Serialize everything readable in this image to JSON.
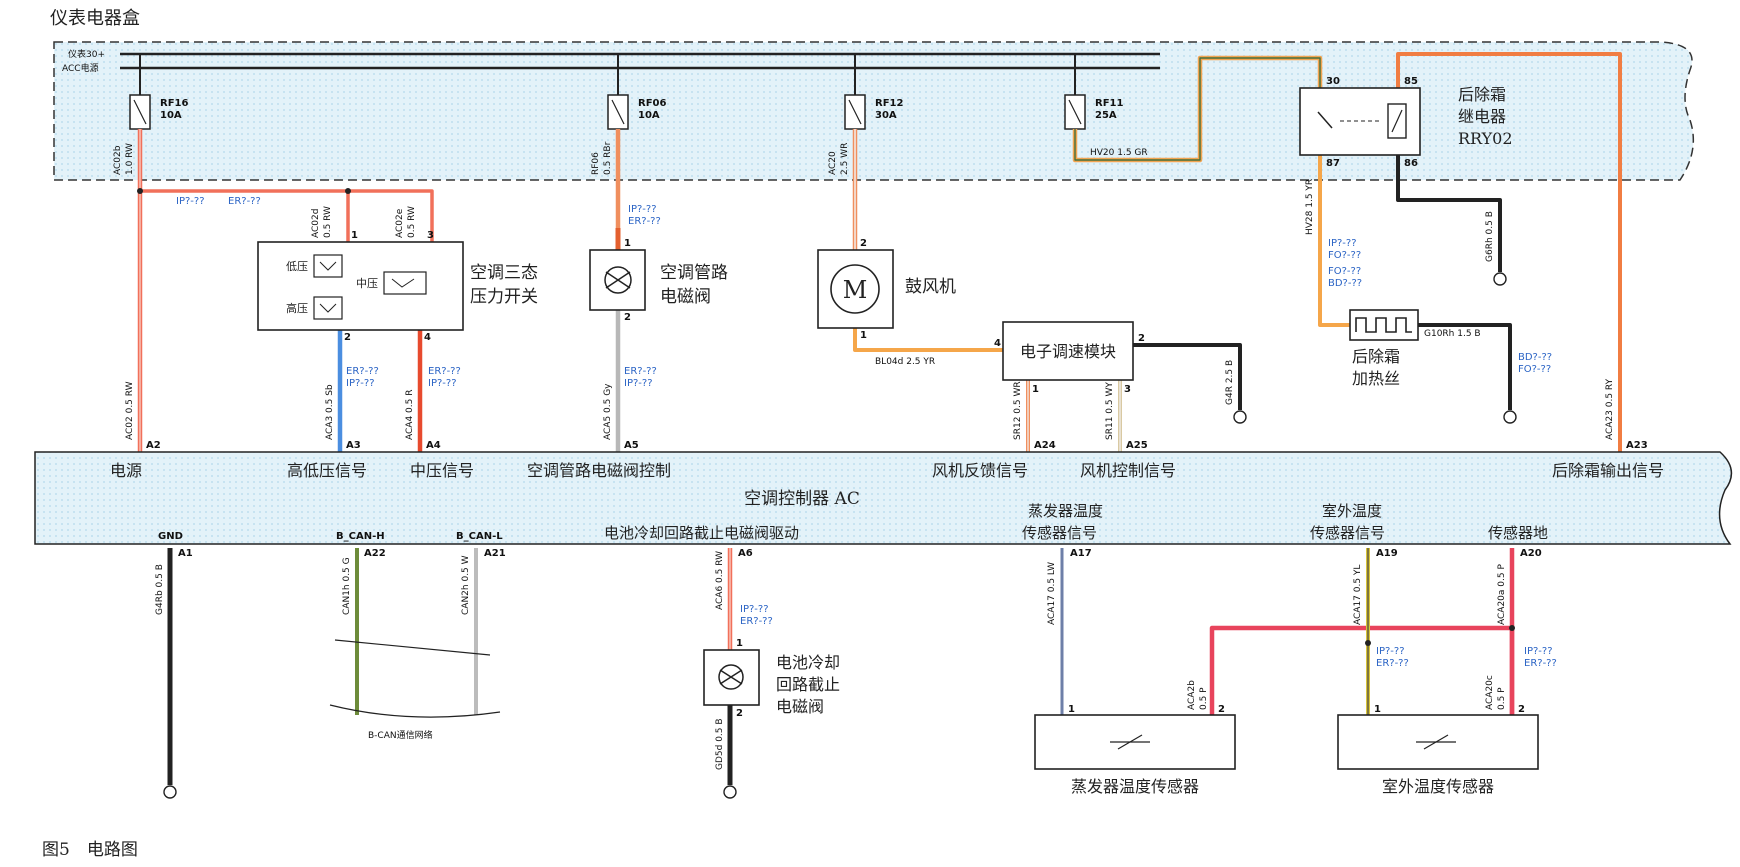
{
  "title_box": "仪表电器盒",
  "rails": {
    "ig30": "仪表30+",
    "acc": "ACC电源"
  },
  "fuses": [
    {
      "id": "RF16",
      "rating": "10A",
      "wire": "AC02b",
      "wire_spec": "1.0 RW"
    },
    {
      "id": "RF06",
      "rating": "10A",
      "wire": "RF06",
      "wire_spec": "0.5 RBr"
    },
    {
      "id": "RF12",
      "rating": "30A",
      "wire": "AC20",
      "wire_spec": "2.5 WR"
    },
    {
      "id": "RF11",
      "rating": "25A",
      "wire": "HV20 1.5 GR",
      "wire_spec": ""
    }
  ],
  "relay": {
    "name_line1": "后除霜",
    "name_line2": "继电器",
    "name_line3": "RRY02",
    "p30": "30",
    "p85": "85",
    "p87": "87",
    "p86": "86"
  },
  "connectors": {
    "ip": "IP?-??",
    "er": "ER?-??",
    "fo": "FO?-??",
    "bd": "BD?-??"
  },
  "components": {
    "switch": {
      "line1": "空调三态",
      "line2": "压力开关",
      "low": "低压",
      "high": "高压",
      "mid": "中压"
    },
    "valve1": {
      "line1": "空调管路",
      "line2": "电磁阀"
    },
    "blower": {
      "name": "鼓风机",
      "symbol": "M"
    },
    "speed_module": {
      "name": "电子调速模块"
    },
    "heater": {
      "line1": "后除霜",
      "line2": "加热丝"
    },
    "valve2": {
      "line1": "电池冷却",
      "line2": "回路截止",
      "line3": "电磁阀"
    },
    "evap_sensor": {
      "name": "蒸发器温度传感器"
    },
    "out_sensor": {
      "name": "室外温度传感器"
    }
  },
  "controller": {
    "name": "空调控制器 AC",
    "top_labels": [
      "电源",
      "高低压信号",
      "中压信号",
      "空调管路电磁阀控制",
      "风机反馈信号",
      "风机控制信号",
      "后除霜输出信号"
    ],
    "bottom_labels": [
      "电池冷却回路截止电磁阀驱动",
      "蒸发器温度",
      "传感器信号",
      "室外温度",
      "传感器信号",
      "传感器地"
    ],
    "pins_top": [
      "A2",
      "A3",
      "A4",
      "A5",
      "A24",
      "A25",
      "A23"
    ],
    "pins_bottom": [
      "A1",
      "A22",
      "A21",
      "A6",
      "A17",
      "A19",
      "A20"
    ],
    "bottom_names": [
      "GND",
      "B_CAN-H",
      "B_CAN-L"
    ]
  },
  "wires": {
    "ac02d": "AC02d",
    "ac02d_spec": "0.5 RW",
    "ac02e": "AC02e",
    "ac02e_spec": "0.5 RW",
    "ac02": "AC02 0.5 RW",
    "aca3": "ACA3 0.5 Sb",
    "aca4": "ACA4 0.5 R",
    "aca5": "ACA5 0.5 Gy",
    "bl04d": "BL04d 2.5 YR",
    "g4r": "G4R 2.5 B",
    "sr12": "SR12 0.5 WR",
    "sr11": "SR11 0.5 WY",
    "hv28": "HV28 1.5 YR",
    "g10rh": "G10Rh 1.5 B",
    "g6rh": "G6Rh 0.5 B",
    "aca23": "ACA23 0.5 RY",
    "g4rb": "G4Rb 0.5 B",
    "can1h": "CAN1h 0.5 G",
    "can2h": "CAN2h 0.5 W",
    "aca6": "ACA6 0.5 RW",
    "gd5d": "GD5d 0.5 B",
    "aca17": "ACA17 0.5 LW",
    "aca2b": "ACA2b",
    "aca2b_spec": "0.5 P",
    "aca17y": "ACA17 0.5 YL",
    "aca20a": "ACA20a 0.5 P",
    "aca20c": "ACA20c",
    "aca20c_spec": "0.5 P"
  },
  "can_network": "B-CAN通信网络",
  "caption": "图5　电路图"
}
